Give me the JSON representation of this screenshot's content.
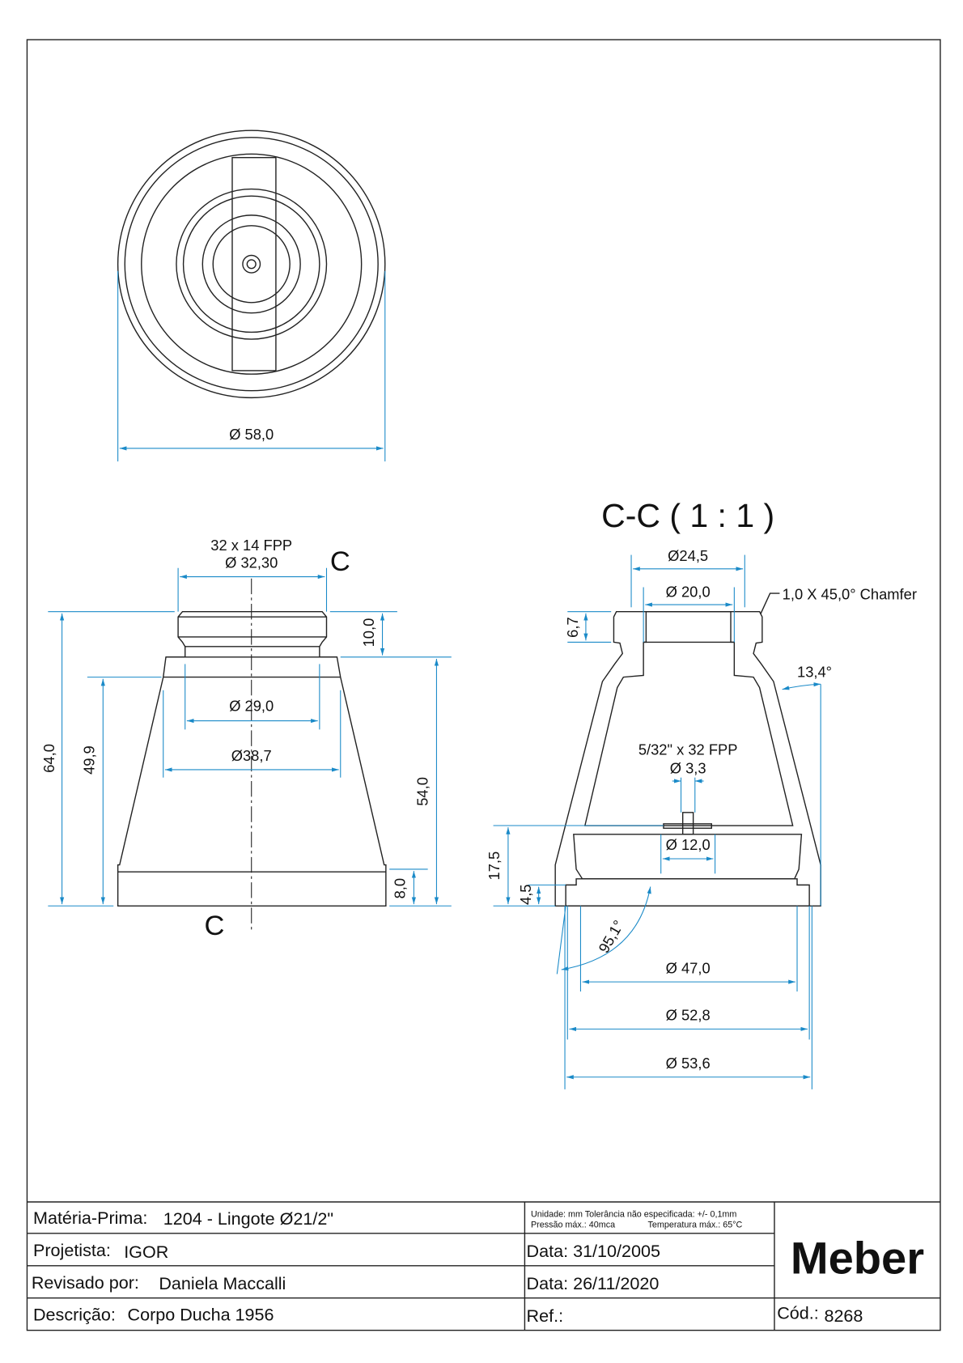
{
  "top_view": {
    "diameter": "Ø 58,0"
  },
  "front_view": {
    "thread": "32 x 14 FPP",
    "thread_diameter": "Ø 32,30",
    "section_mark_top": "C",
    "section_mark_bottom": "C",
    "dims": {
      "d29": "Ø 29,0",
      "d38": "Ø38,7",
      "h64": "64,0",
      "h49": "49,9",
      "h10": "10,0",
      "h54": "54,0",
      "h8": "8,0"
    }
  },
  "section_view": {
    "title": "C-C ( 1 : 1 )",
    "dims": {
      "d24": "Ø24,5",
      "d20": "Ø 20,0",
      "chamfer": "1,0 X 45,0° Chamfer",
      "h67": "6,7",
      "angle134": "13,4°",
      "thread": "5/32\" x 32 FPP",
      "d33": "Ø 3,3",
      "d12": "Ø 12,0",
      "h175": "17,5",
      "h45": "4,5",
      "angle951": "95,1°",
      "d47": "Ø 47,0",
      "d528": "Ø 52,8",
      "d536": "Ø 53,6"
    },
    "hatch_color": "#3a9a3a"
  },
  "title_block": {
    "materia_label": "Matéria-Prima:",
    "materia_value": "1204 - Lingote Ø21/2\"",
    "notes_line1": "Unidade: mm Tolerância não especificada: +/- 0,1mm",
    "notes_line2a": "Pressão máx.: 40mca",
    "notes_line2b": "Temperatura máx.: 65°C",
    "projetista_label": "Projetista:",
    "projetista_value": "IGOR",
    "data1": "Data: 31/10/2005",
    "revisado_label": "Revisado por:",
    "revisado_value": "Daniela Maccalli",
    "data2": "Data: 26/11/2020",
    "descricao_label": "Descrição:",
    "descricao_value": "Corpo Ducha 1956",
    "ref_label": "Ref.:",
    "logo": "Meber",
    "cod_label": "Cód.:",
    "cod_value": "8268"
  }
}
